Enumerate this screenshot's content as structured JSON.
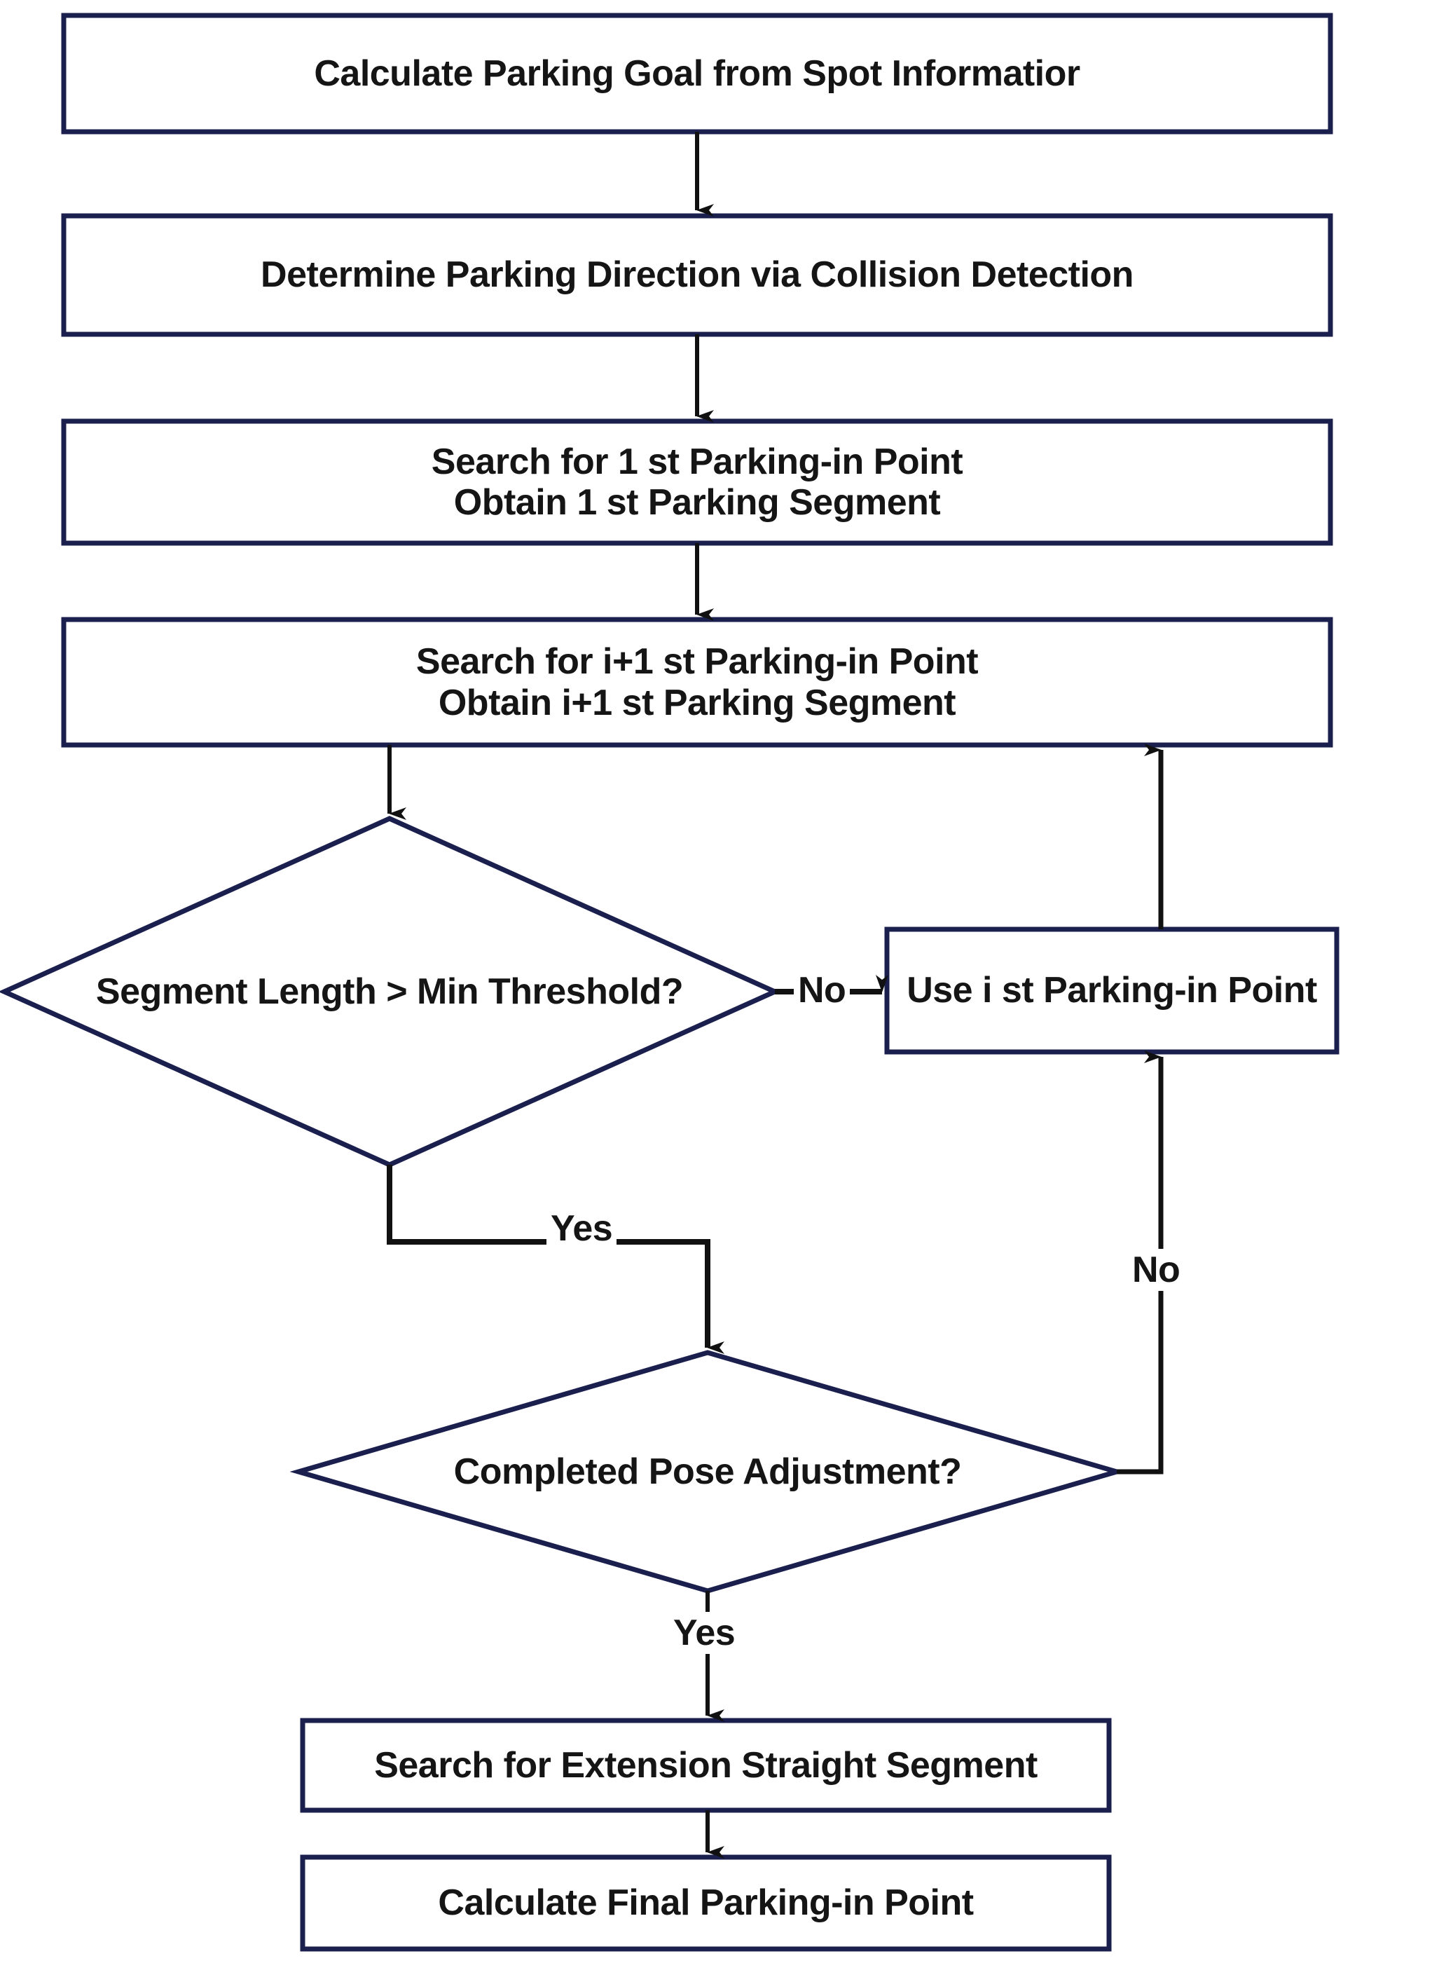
{
  "diagram": {
    "title": "Parking-in Point Search Flowchart",
    "type": "flowchart",
    "background_color": "#ffffff",
    "shape_border_color": "#1a1f4d",
    "connector_color": "#111111",
    "text_color": "#151515",
    "nodes": [
      {
        "id": "n1",
        "shape": "process",
        "lines": [
          "Calculate Parking Goal from Spot Informatior"
        ]
      },
      {
        "id": "n2",
        "shape": "process",
        "lines": [
          "Determine Parking Direction via Collision Detection"
        ]
      },
      {
        "id": "n3",
        "shape": "process",
        "lines": [
          "Search for 1 st Parking-in Point",
          "Obtain 1 st Parking Segment"
        ]
      },
      {
        "id": "n4",
        "shape": "process",
        "lines": [
          "Search for i+1 st Parking-in Point",
          "Obtain i+1 st Parking Segment"
        ]
      },
      {
        "id": "d1",
        "shape": "decision",
        "lines": [
          "Segment Length > Min Threshold?"
        ]
      },
      {
        "id": "n5",
        "shape": "process",
        "lines": [
          "Use i st Parking-in Point"
        ]
      },
      {
        "id": "d2",
        "shape": "decision",
        "lines": [
          "Completed Pose Adjustment?"
        ]
      },
      {
        "id": "n6",
        "shape": "process",
        "lines": [
          "Search for Extension Straight Segment"
        ]
      },
      {
        "id": "n7",
        "shape": "process",
        "lines": [
          "Calculate Final Parking-in Point"
        ]
      }
    ],
    "edges": [
      {
        "id": "e1",
        "from": "n1",
        "to": "n2",
        "label": ""
      },
      {
        "id": "e2",
        "from": "n2",
        "to": "n3",
        "label": ""
      },
      {
        "id": "e3",
        "from": "n3",
        "to": "n4",
        "label": ""
      },
      {
        "id": "e4",
        "from": "n4",
        "to": "d1",
        "label": ""
      },
      {
        "id": "e5",
        "from": "d1",
        "to": "n5",
        "label": "No"
      },
      {
        "id": "e6",
        "from": "d1",
        "to": "d2",
        "label": "Yes"
      },
      {
        "id": "e7",
        "from": "d2",
        "to": "n5",
        "label": "No"
      },
      {
        "id": "e8",
        "from": "d2",
        "to": "n6",
        "label": "Yes"
      },
      {
        "id": "e9",
        "from": "n5",
        "to": "n4",
        "label": ""
      },
      {
        "id": "e10",
        "from": "n6",
        "to": "n7",
        "label": ""
      }
    ],
    "edge_labels": {
      "d1_no": "No",
      "d1_yes": "Yes",
      "d2_no": "No",
      "d2_yes": "Yes"
    }
  }
}
